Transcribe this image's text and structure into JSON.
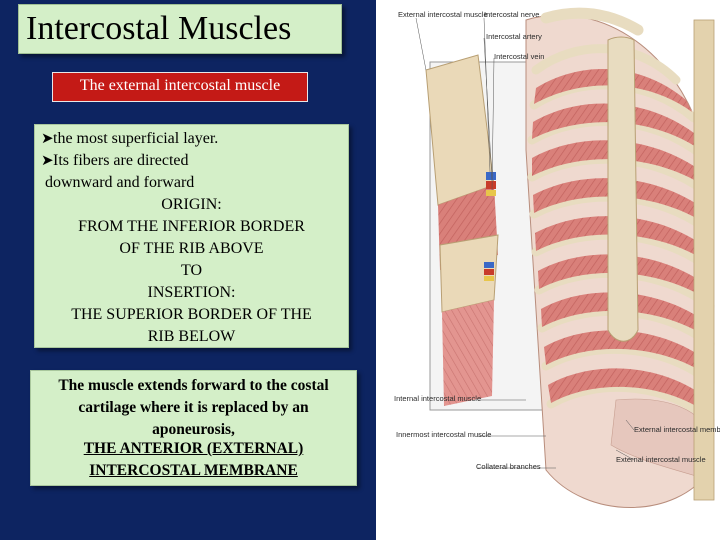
{
  "slide": {
    "title": "Intercostal Muscles",
    "subtitle": "The external intercostal muscle",
    "bullets": [
      "the most superficial layer.",
      "Its fibers are directed"
    ],
    "bullet_continuation": "downward and forward",
    "origin_lines": [
      "ORIGIN:",
      "FROM THE INFERIOR BORDER",
      "OF THE RIB ABOVE",
      "TO",
      "INSERTION:",
      "THE SUPERIOR BORDER OF THE",
      "RIB BELOW"
    ],
    "note_lines": [
      "The muscle extends forward to the costal",
      "cartilage where it is replaced by an",
      "aponeurosis,"
    ],
    "note_underlined_lines": [
      "THE ANTERIOR (EXTERNAL)",
      "INTERCOSTAL MEMBRANE"
    ]
  },
  "illustration_labels": {
    "external_intercostal_muscle": "External intercostal muscle",
    "intercostal_nerve": "Intercostal nerve",
    "intercostal_artery": "Intercostal artery",
    "intercostal_vein": "Intercostal vein",
    "internal_intercostal_muscle": "Internal intercostal muscle",
    "innermost_intercostal_muscle": "Innermost intercostal muscle",
    "external_intercostal_membrane": "External intercostal membrane",
    "external_intercostal_muscle_lower": "External intercostal muscle",
    "collateral_branches": "Collateral branches"
  },
  "colors": {
    "background": "#0d2461",
    "box_fill": "#d4efc8",
    "subtitle_fill": "#c41a16",
    "muscle": "#d9807a",
    "bone": "#e8dcc0"
  }
}
